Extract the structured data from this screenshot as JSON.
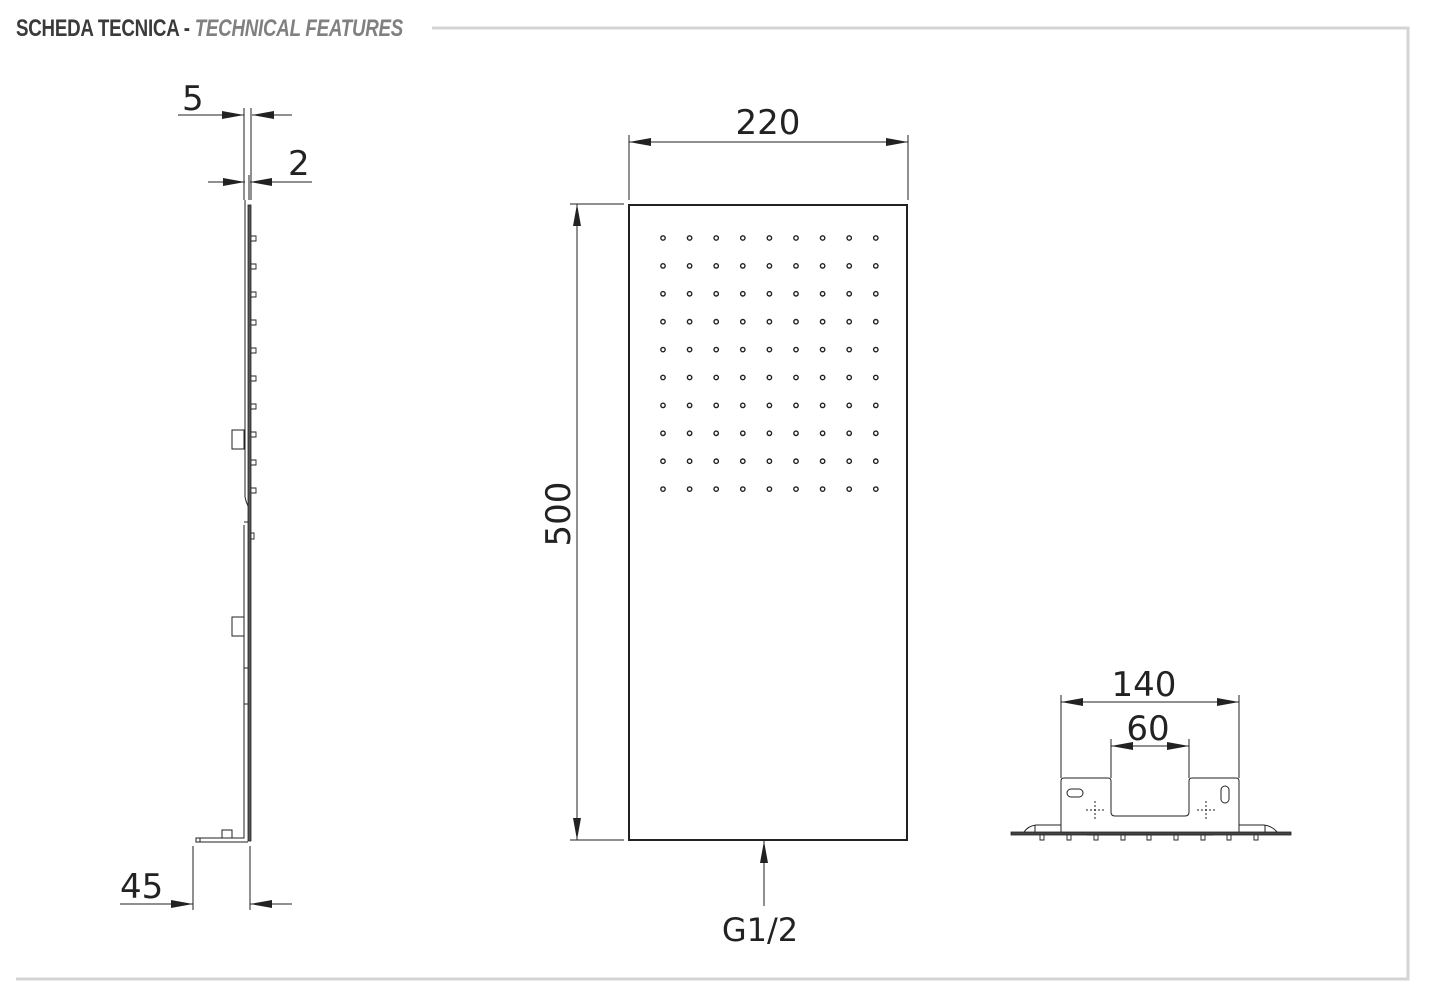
{
  "header": {
    "title": "SCHEDA TECNICA",
    "separator": " - ",
    "subtitle": "TECHNICAL FEATURES"
  },
  "colors": {
    "title": "#3a3a3a",
    "subtitle": "#808080",
    "frame": "#d4d4d4",
    "line": "#222222"
  },
  "side_view": {
    "dim_total_thickness": "5",
    "dim_plate_thickness": "2",
    "dim_bracket_depth": "45"
  },
  "front_view": {
    "dim_width": "220",
    "dim_height": "500",
    "connection_label": "G1/2",
    "nozzle_grid": {
      "columns": 9,
      "rows": 10
    }
  },
  "bottom_view": {
    "dim_bracket_width": "140",
    "dim_bracket_gap": "60"
  }
}
